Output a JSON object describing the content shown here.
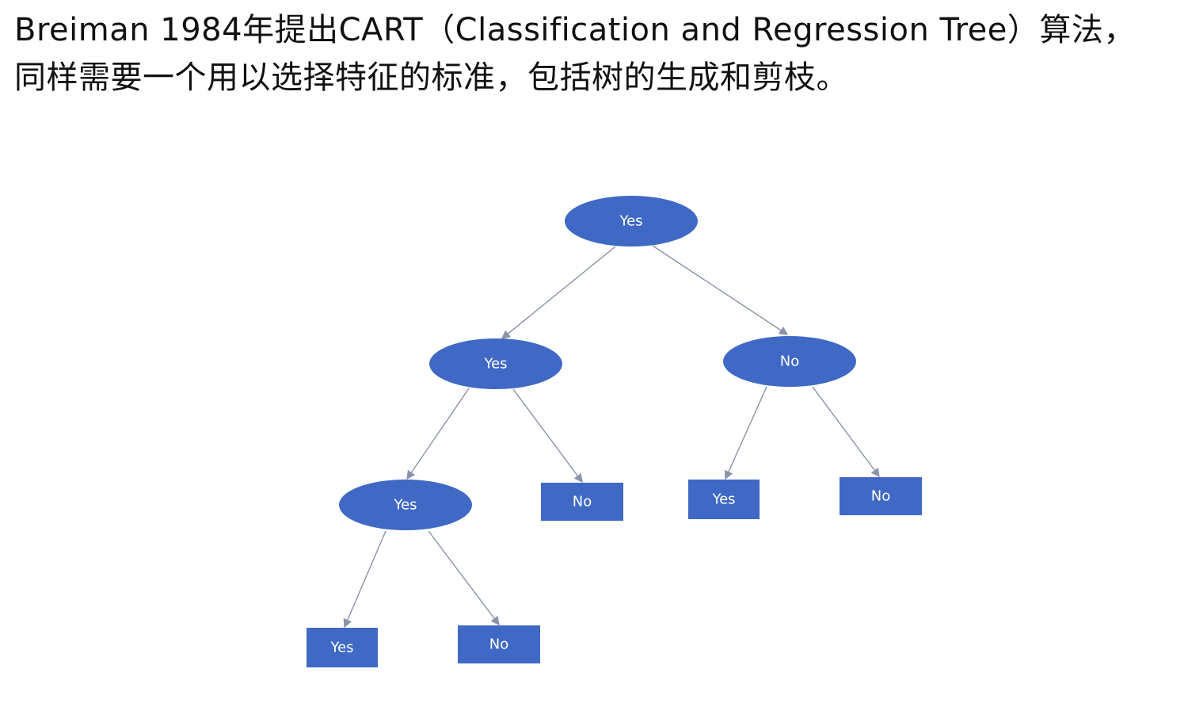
{
  "heading": {
    "line1": "Breiman 1984年提出CART（Classification and Regression Tree）算法，",
    "line2": "同样需要一个用以选择特征的标准，包括树的生成和剪枝。"
  },
  "colors": {
    "node_fill": "#3f69c5",
    "node_text": "#ffffff",
    "edge": "#8a93a8"
  },
  "tree": {
    "nodes": [
      {
        "id": "root",
        "shape": "ellipse",
        "label": "Yes"
      },
      {
        "id": "l1-left",
        "shape": "ellipse",
        "label": "Yes"
      },
      {
        "id": "l1-right",
        "shape": "ellipse",
        "label": "No"
      },
      {
        "id": "l2-left",
        "shape": "ellipse",
        "label": "Yes"
      },
      {
        "id": "l2-mid",
        "shape": "rect",
        "label": "No"
      },
      {
        "id": "l2-right-a",
        "shape": "rect",
        "label": "Yes"
      },
      {
        "id": "l2-right-b",
        "shape": "rect",
        "label": "No"
      },
      {
        "id": "l3-a",
        "shape": "rect",
        "label": "Yes"
      },
      {
        "id": "l3-b",
        "shape": "rect",
        "label": "No"
      }
    ],
    "edges": [
      {
        "from": "root",
        "to": "l1-left"
      },
      {
        "from": "root",
        "to": "l1-right"
      },
      {
        "from": "l1-left",
        "to": "l2-left"
      },
      {
        "from": "l1-left",
        "to": "l2-mid"
      },
      {
        "from": "l1-right",
        "to": "l2-right-a"
      },
      {
        "from": "l1-right",
        "to": "l2-right-b"
      },
      {
        "from": "l2-left",
        "to": "l3-a"
      },
      {
        "from": "l2-left",
        "to": "l3-b"
      }
    ]
  }
}
